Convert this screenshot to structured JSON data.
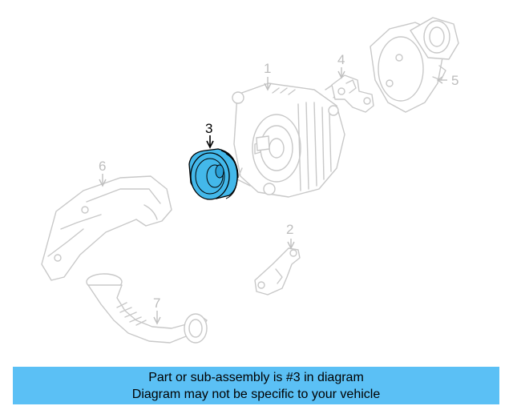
{
  "diagram": {
    "callouts": [
      {
        "number": "1",
        "highlighted": false
      },
      {
        "number": "2",
        "highlighted": false
      },
      {
        "number": "3",
        "highlighted": true
      },
      {
        "number": "4",
        "highlighted": false
      },
      {
        "number": "5",
        "highlighted": false
      },
      {
        "number": "6",
        "highlighted": false
      },
      {
        "number": "7",
        "highlighted": false
      }
    ],
    "highlight_color": "#43b8ea",
    "line_color": "#c8c8c8"
  },
  "banner": {
    "line1": "Part or sub-assembly is #3 in diagram",
    "line2": "Diagram may not be specific to your vehicle",
    "background": "#5bc0f5"
  }
}
